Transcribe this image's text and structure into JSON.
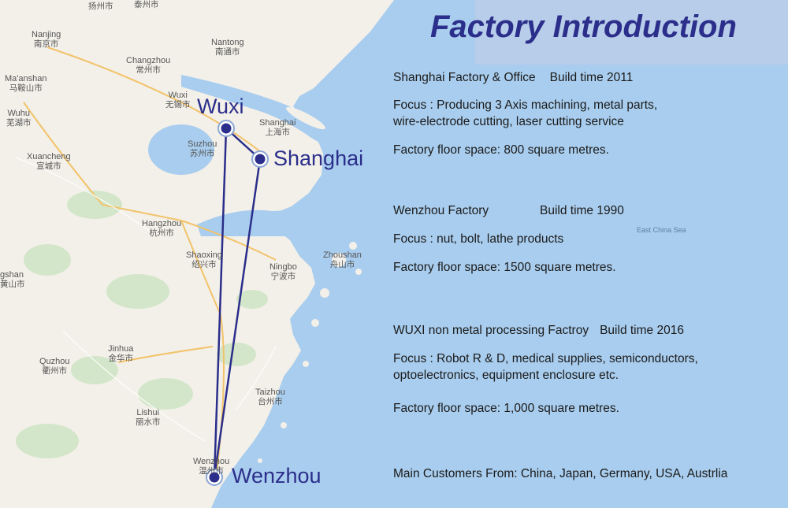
{
  "title": "Factory Introduction",
  "colors": {
    "accent": "#2b2e8a",
    "sea": "#a9cdee",
    "land": "#f3f0e9",
    "title_band": "#b7cde9"
  },
  "route_cities": {
    "wuxi": "Wuxi",
    "shanghai": "Shanghai",
    "wenzhou": "Wenzhou"
  },
  "map_labels": {
    "nanjing": {
      "en": "Nanjing",
      "zh": "南京市"
    },
    "yangzhou": {
      "en": "",
      "zh": "扬州市"
    },
    "taizhou_js": {
      "en": "",
      "zh": "泰州市"
    },
    "nantong": {
      "en": "Nantong",
      "zh": "南通市"
    },
    "changzhou": {
      "en": "Changzhou",
      "zh": "常州市"
    },
    "maanshan": {
      "en": "Ma'anshan",
      "zh": "马鞍山市"
    },
    "wuhu": {
      "en": "Wuhu",
      "zh": "芜湖市"
    },
    "wuxi": {
      "en": "Wuxi",
      "zh": "无锡市"
    },
    "shanghai": {
      "en": "Shanghai",
      "zh": "上海市"
    },
    "suzhou": {
      "en": "Suzhou",
      "zh": "苏州市"
    },
    "xuancheng": {
      "en": "Xuancheng",
      "zh": "宣城市"
    },
    "hangzhou": {
      "en": "Hangzhou",
      "zh": "杭州市"
    },
    "shaoxing": {
      "en": "Shaoxing",
      "zh": "绍兴市"
    },
    "ningbo": {
      "en": "Ningbo",
      "zh": "宁波市"
    },
    "zhoushan": {
      "en": "Zhoushan",
      "zh": "舟山市"
    },
    "huangshan": {
      "en": "gshan",
      "zh": "黄山市"
    },
    "jinhua": {
      "en": "Jinhua",
      "zh": "金华市"
    },
    "quzhou": {
      "en": "Quzhou",
      "zh": "衢州市"
    },
    "taizhou_zj": {
      "en": "Taizhou",
      "zh": "台州市"
    },
    "lishui": {
      "en": "Lishui",
      "zh": "丽水市"
    },
    "wenzhou": {
      "en": "Wenzhou",
      "zh": "温州市"
    },
    "east_china_sea": "East China Sea"
  },
  "factories": [
    {
      "header": "Shanghai Factory & Office",
      "build": "Build time 2011",
      "focus_line1": "Focus : Producing 3 Axis machining, metal parts,",
      "focus_line2": "wire-electrode cutting, laser cutting service",
      "floor": "Factory floor space: 800 square metres."
    },
    {
      "header": "Wenzhou Factory",
      "build": "Build time 1990",
      "focus_line1": "Focus : nut, bolt, lathe products",
      "floor": "Factory floor space: 1500 square metres."
    },
    {
      "header": "WUXI non metal processing Factroy",
      "build": "Build time 2016",
      "focus_line1": "Focus : Robot R & D, medical supplies, semiconductors,",
      "focus_line2": "optoelectronics, equipment enclosure etc.",
      "floor": "Factory floor space: 1,000 square metres."
    }
  ],
  "customers": "Main Customers From:  China, Japan, Germany, USA, Austrlia"
}
